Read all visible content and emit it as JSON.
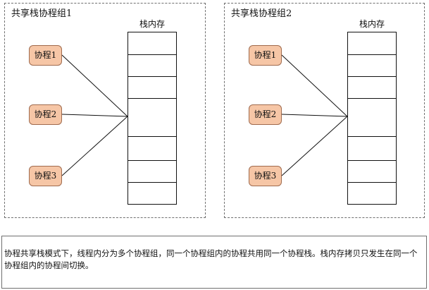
{
  "groups": [
    {
      "title": "共享栈协程组1",
      "stack_title": "栈内存",
      "coroutines": [
        "协程1",
        "协程2",
        "协程3"
      ]
    },
    {
      "title": "共享栈协程组2",
      "stack_title": "栈内存",
      "coroutines": [
        "协程1",
        "协程2",
        "协程3"
      ]
    }
  ],
  "note": "协程共享栈模式下，线程内分为多个协程组，同一个协程组内的协程共用同一个协程栈。栈内存拷贝只发生在同一个协程组内的协程间切换。",
  "colors": {
    "coroutine_fill": "#f6c6a6",
    "coroutine_border": "#a06b4e",
    "border_dashed": "#6f6f6f"
  }
}
